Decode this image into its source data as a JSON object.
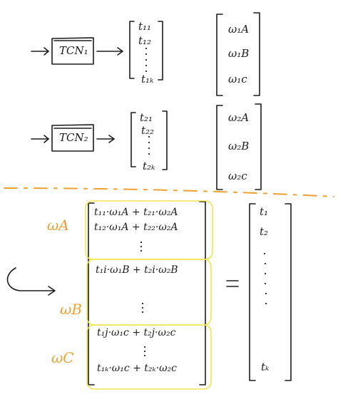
{
  "colors": {
    "ink": "#1c1c1c",
    "orange": "#f0a030",
    "highlight": "#f2e64a"
  },
  "top": {
    "tcn1": {
      "label": "TCN₁",
      "column": [
        "t₁₁",
        "t₁₂",
        "t₁ₖ"
      ],
      "weights": [
        "ω₁A",
        "ω₁B",
        "ω₁c"
      ]
    },
    "tcn2": {
      "label": "TCN₂",
      "column": [
        "t₂₁",
        "t₂₂",
        "t₂ₖ"
      ],
      "weights": [
        "ω₂A",
        "ω₂B",
        "ω₂c"
      ]
    }
  },
  "bottom": {
    "labels": {
      "wa": "ωA",
      "wb": "ωB",
      "wc": "ωC"
    },
    "rows": {
      "r1": "t₁₁·ω₁A + t₂₁·ω₂A",
      "r2": "t₁₂·ω₁A + t₂₂·ω₂A",
      "r3": "t₁i·ω₁B + t₂i·ω₂B",
      "r4": "t₁j·ω₁c + t₂j·ω₂c",
      "r5": "t₁ₖ·ω₁c + t₂ₖ·ω₂c"
    },
    "equals": "=",
    "result": [
      "t₁",
      "t₂",
      "tₖ"
    ]
  }
}
